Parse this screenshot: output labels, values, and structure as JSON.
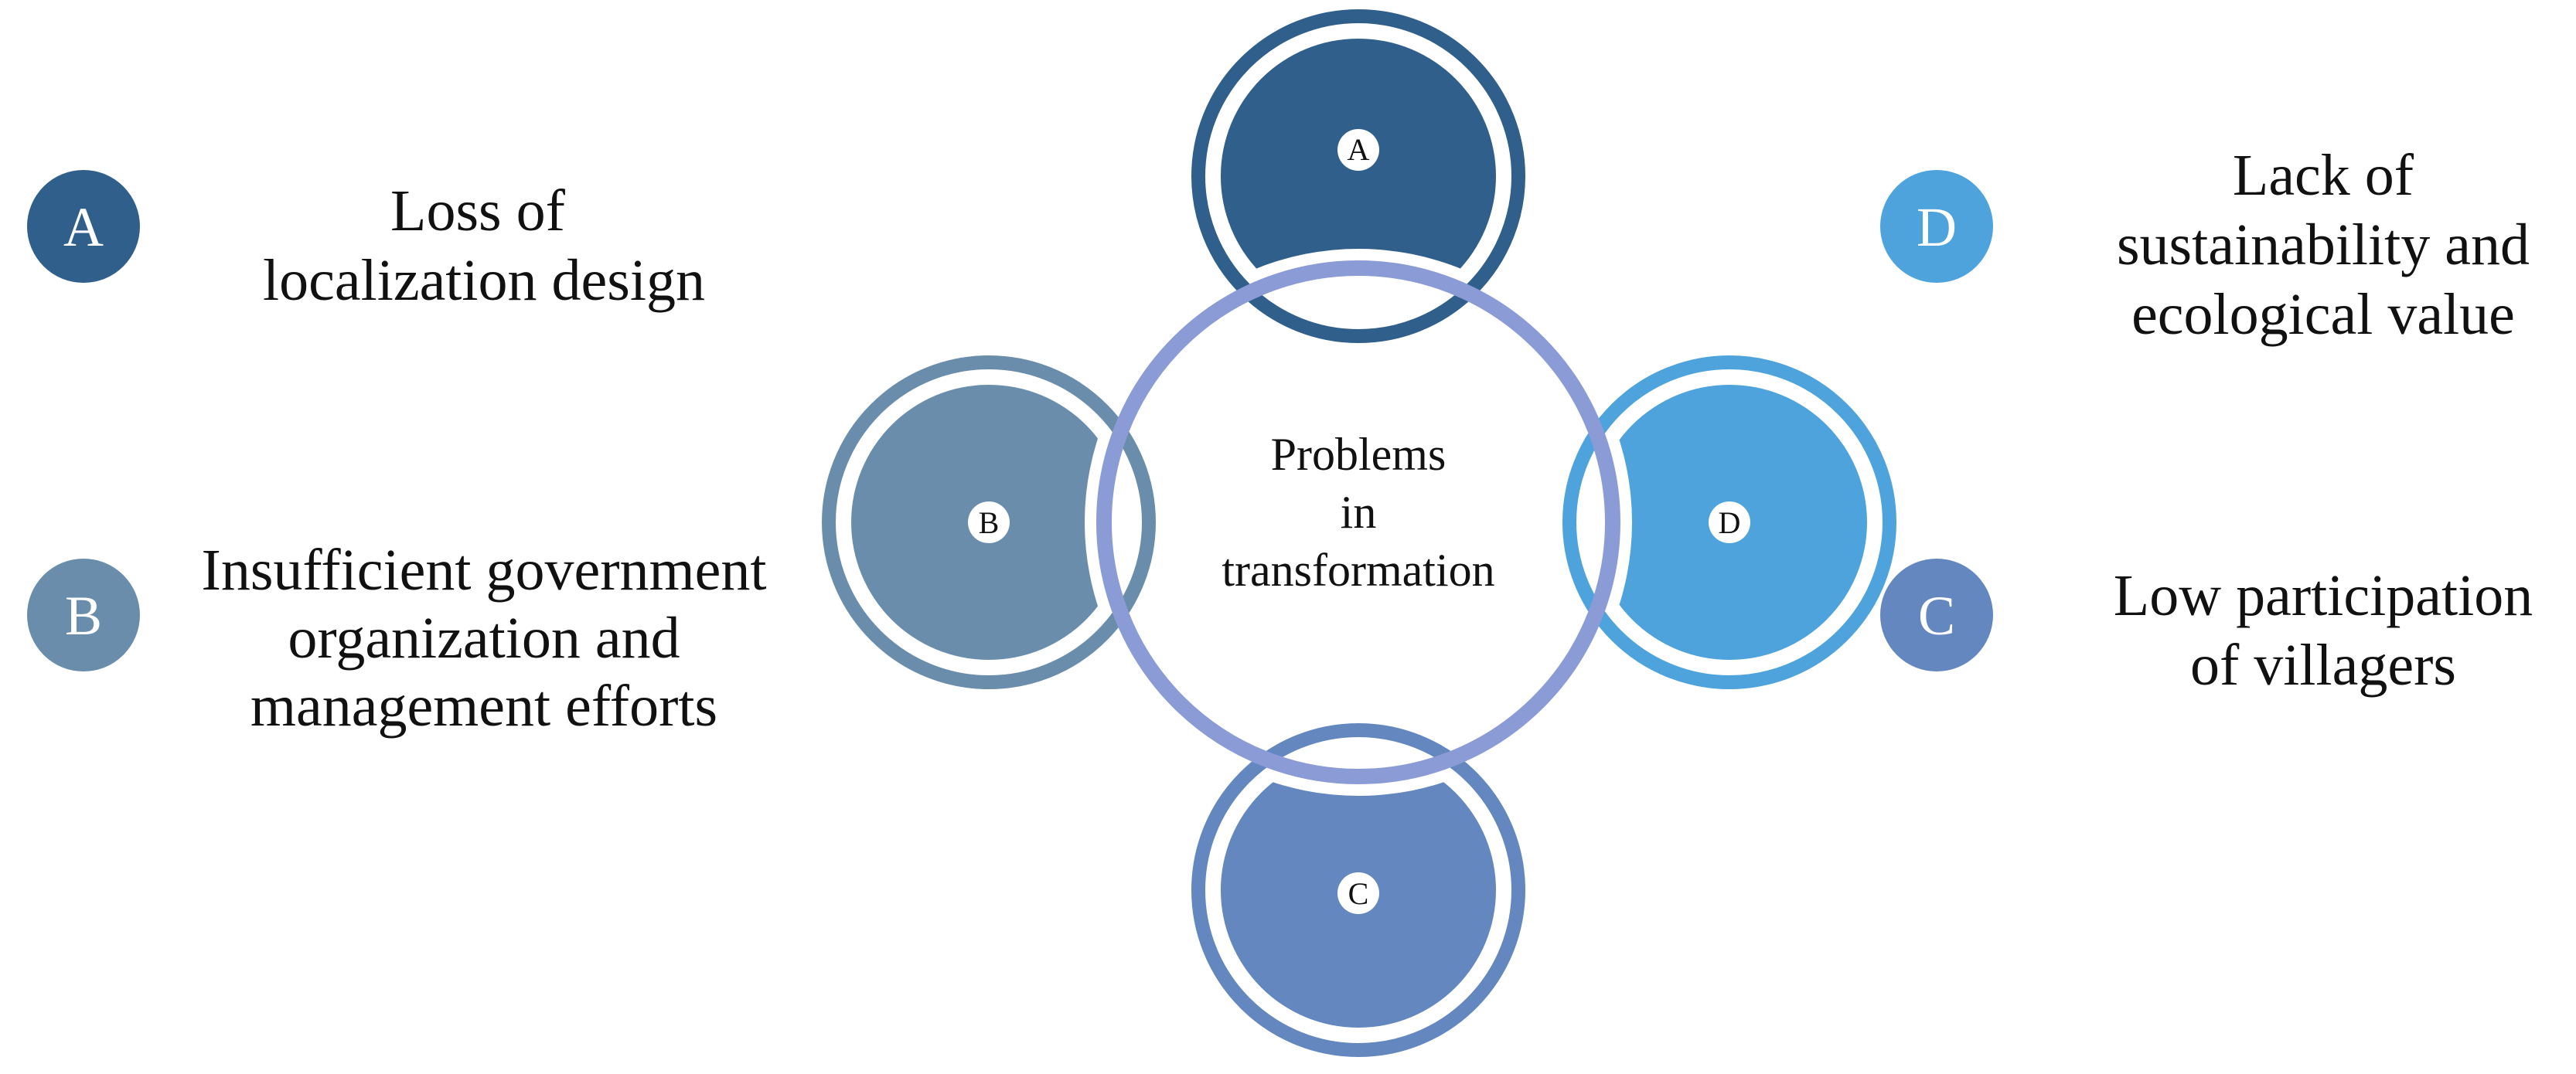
{
  "center": {
    "lines": [
      "Problems",
      "in",
      "transformation"
    ]
  },
  "colors": {
    "a": "#2f5f8a",
    "b": "#6b8dac",
    "c": "#6387be",
    "d": "#4ea3dc",
    "ring": "#8b9bd6",
    "text": "#111111"
  },
  "nodes": [
    {
      "id": "A",
      "letter": "A"
    },
    {
      "id": "B",
      "letter": "B"
    },
    {
      "id": "C",
      "letter": "C"
    },
    {
      "id": "D",
      "letter": "D"
    }
  ],
  "legend": [
    {
      "id": "A",
      "letter": "A",
      "lines": [
        "Loss of",
        "localization design"
      ]
    },
    {
      "id": "B",
      "letter": "B",
      "lines": [
        "Insufficient government",
        "organization and",
        "management efforts"
      ]
    },
    {
      "id": "D",
      "letter": "D",
      "lines": [
        "Lack of",
        "sustainability and",
        "ecological value"
      ]
    },
    {
      "id": "C",
      "letter": "C",
      "lines": [
        "Low participation",
        "of villagers"
      ]
    }
  ]
}
